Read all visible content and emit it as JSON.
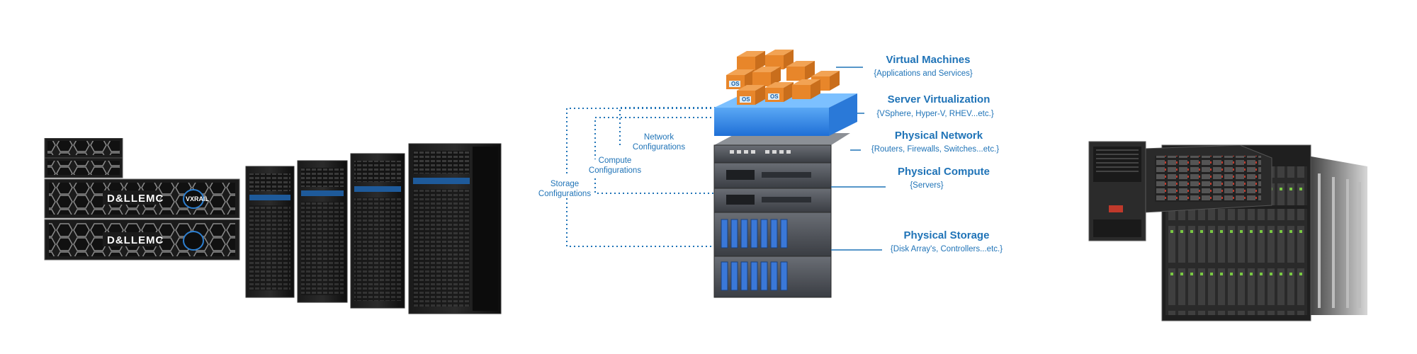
{
  "left_hardware": {
    "brand_text": "D&LLEMC",
    "brand_text_2": "D&LLEMC",
    "badge_text": "VXRAIL"
  },
  "diagram": {
    "vm_box_label": "OS",
    "layers": [
      {
        "title": "Virtual Machines",
        "subtitle": "{Applications and Services}"
      },
      {
        "title": "Server Virtualization",
        "subtitle": "{VSphere, Hyper-V, RHEV...etc.}"
      },
      {
        "title": "Physical Network",
        "subtitle": "{Routers, Firewalls, Switches...etc.}"
      },
      {
        "title": "Physical Compute",
        "subtitle": "{Servers}"
      },
      {
        "title": "Physical Storage",
        "subtitle": "{Disk Array's, Controllers...etc.}"
      }
    ],
    "configs": [
      {
        "line1": "Network",
        "line2": "Configurations"
      },
      {
        "line1": "Compute",
        "line2": "Configurations"
      },
      {
        "line1": "Storage",
        "line2": "Configurations"
      }
    ],
    "colors": {
      "accent": "#1f73b7",
      "virtualization_layer": "#3b8de6",
      "vm_orange": "#e8862a"
    }
  }
}
